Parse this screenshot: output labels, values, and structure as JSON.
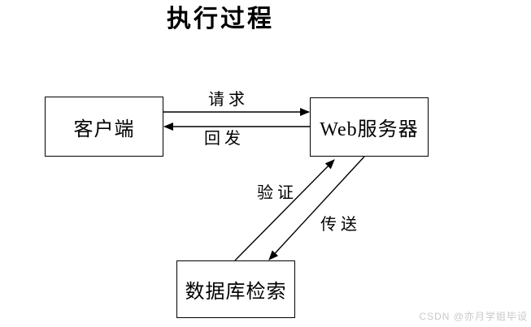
{
  "page": {
    "title": "执行过程",
    "watermark": "CSDN @亦月学姐毕设"
  },
  "colors": {
    "background": "#ffffff",
    "line": "#000000",
    "text": "#000000",
    "watermark": "#c9c9c9"
  },
  "nodes": [
    {
      "id": "client",
      "label": "客户端"
    },
    {
      "id": "web_server",
      "label": "Web服务器"
    },
    {
      "id": "database_search",
      "label": "数据库检索"
    }
  ],
  "edges": [
    {
      "id": "request",
      "label": "请求",
      "from": "client",
      "to": "web_server"
    },
    {
      "id": "postback",
      "label": "回发",
      "from": "web_server",
      "to": "client"
    },
    {
      "id": "verify",
      "label": "验证",
      "from": "database_search",
      "to": "web_server"
    },
    {
      "id": "transfer",
      "label": "传送",
      "from": "web_server",
      "to": "database_search"
    }
  ]
}
